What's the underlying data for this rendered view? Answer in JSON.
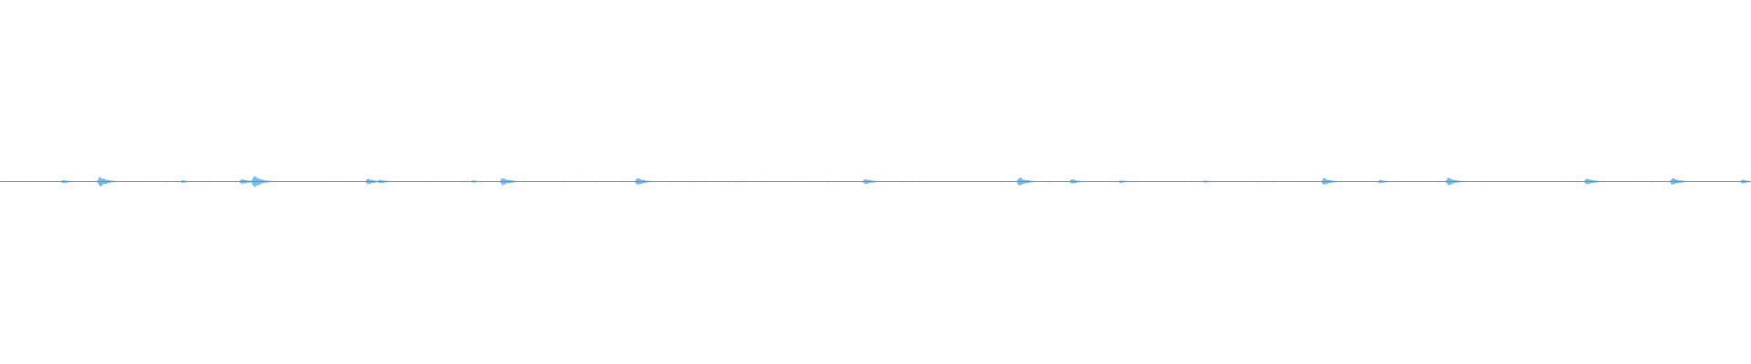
{
  "waveform": {
    "color": "#3d9ee0",
    "background": "#ffffff",
    "bursts": [
      {
        "t": 0.036,
        "amp": 0.18
      },
      {
        "t": 0.057,
        "amp": 0.55
      },
      {
        "t": 0.104,
        "amp": 0.14
      },
      {
        "t": 0.138,
        "amp": 0.3
      },
      {
        "t": 0.145,
        "amp": 0.68
      },
      {
        "t": 0.21,
        "amp": 0.32
      },
      {
        "t": 0.217,
        "amp": 0.22
      },
      {
        "t": 0.27,
        "amp": 0.14
      },
      {
        "t": 0.287,
        "amp": 0.45
      },
      {
        "t": 0.364,
        "amp": 0.38
      },
      {
        "t": 0.494,
        "amp": 0.33
      },
      {
        "t": 0.582,
        "amp": 0.48
      },
      {
        "t": 0.612,
        "amp": 0.25
      },
      {
        "t": 0.64,
        "amp": 0.16
      },
      {
        "t": 0.688,
        "amp": 0.12
      },
      {
        "t": 0.756,
        "amp": 0.38
      },
      {
        "t": 0.788,
        "amp": 0.18
      },
      {
        "t": 0.827,
        "amp": 0.42
      },
      {
        "t": 0.906,
        "amp": 0.36
      },
      {
        "t": 0.955,
        "amp": 0.4
      },
      {
        "t": 0.995,
        "amp": 0.2
      }
    ]
  }
}
